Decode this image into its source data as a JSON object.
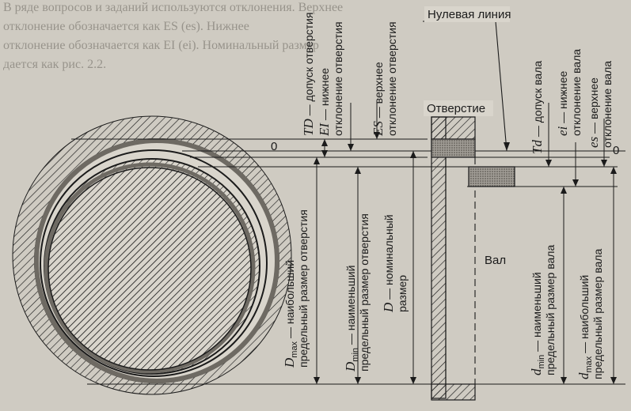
{
  "background_text": [
    "В ряде вопросов и заданий используются отклонения. Верхнее",
    "отклонение обозначается как ES (es). Нижнее",
    "отклонение обозначается как EI (ei). Номинальный размер",
    "дается как рис. 2.2."
  ],
  "labels": {
    "zero_line": "Нулевая линия",
    "hole": "Отверстие",
    "shaft": "Вал",
    "zero_left": "0",
    "zero_right": "0"
  },
  "hole_labels": [
    {
      "sym": "TD",
      "sub": "",
      "line1": " — допуск отверстия",
      "line2": ""
    },
    {
      "sym": "EI",
      "sub": "",
      "line1": " — нижнее",
      "line2": "отклонение отверстия"
    },
    {
      "sym": "ES",
      "sub": "",
      "line1": " — верхнее",
      "line2": "отклонение отверстия"
    },
    {
      "sym": "D",
      "sub": "max",
      "line1": " — наибольший",
      "line2": "предельный размер отверстия"
    },
    {
      "sym": "D",
      "sub": "min",
      "line1": " — наименьший",
      "line2": "предельный размер отверстия"
    },
    {
      "sym": "D",
      "sub": "",
      "line1": " — номинальный",
      "line2": "размер"
    }
  ],
  "shaft_labels": [
    {
      "sym": "Td",
      "sub": "",
      "line1": " — допуск вала",
      "line2": ""
    },
    {
      "sym": "ei",
      "sub": "",
      "line1": " — нижнее",
      "line2": "отклонение вала"
    },
    {
      "sym": "es",
      "sub": "",
      "line1": " — верхнее",
      "line2": "отклонение вала"
    },
    {
      "sym": "d",
      "sub": "min",
      "line1": " — наименьший",
      "line2": "предельный размер вала"
    },
    {
      "sym": "d",
      "sub": "max",
      "line1": " — наибольший",
      "line2": "предельный размер вала"
    }
  ],
  "colors": {
    "ink": "#1b1b1b",
    "paper": "#cfcbc2",
    "fill_zone": "#8c8882"
  }
}
